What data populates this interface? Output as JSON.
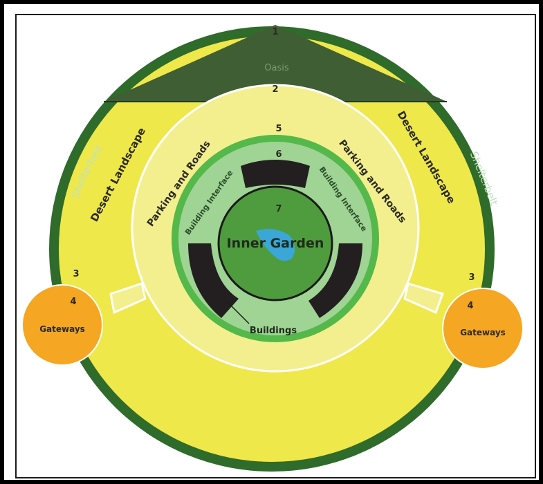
{
  "labels": {
    "n1": "1",
    "n2": "2",
    "n3_left": "3",
    "n3_right": "3",
    "n4_left": "4",
    "n4_right": "4",
    "n5": "5",
    "n6": "6",
    "n7": "7",
    "oasis": "Oasis",
    "shelterbelt_left": "Shelterbelt",
    "shelterbelt_right": "Shelterbelt",
    "desert_left": "Desert Landscape",
    "desert_right": "Desert Landscape",
    "parking_left": "Parking and Roads",
    "parking_right": "Parking and Roads",
    "interface_left": "Building Interface",
    "interface_right": "Building Interface",
    "inner_garden": "Inner Garden",
    "buildings": "Buildings",
    "gateways_left": "Gateways",
    "gateways_right": "Gateways"
  },
  "colors": {
    "shelterbelt": "#2f6b2a",
    "desert": "#efe84a",
    "oasis": "#3f5e34",
    "parking": "#f4ef8e",
    "interface_ring": "#55b84a",
    "interface_fill": "#9fd494",
    "inner_garden": "#4f9c3e",
    "buildings": "#231f20",
    "gateways": "#f5a623",
    "water": "#3aa7d8"
  }
}
